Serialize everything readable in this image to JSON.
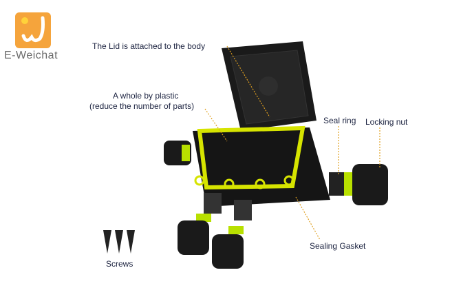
{
  "logo": {
    "text": "E-Weichat",
    "color": "#f5a43c"
  },
  "labels": {
    "lid": "The Lid is attached to the body",
    "plastic_line1": "A whole by plastic",
    "plastic_line2": "(reduce the number of parts)",
    "seal_ring": "Seal ring",
    "locking_nut": "Locking nut",
    "sealing_gasket": "Sealing Gasket",
    "screws": "Screws"
  },
  "colors": {
    "accent": "#c8e000",
    "leader": "#e0a020",
    "body": "#1a1a1a"
  }
}
